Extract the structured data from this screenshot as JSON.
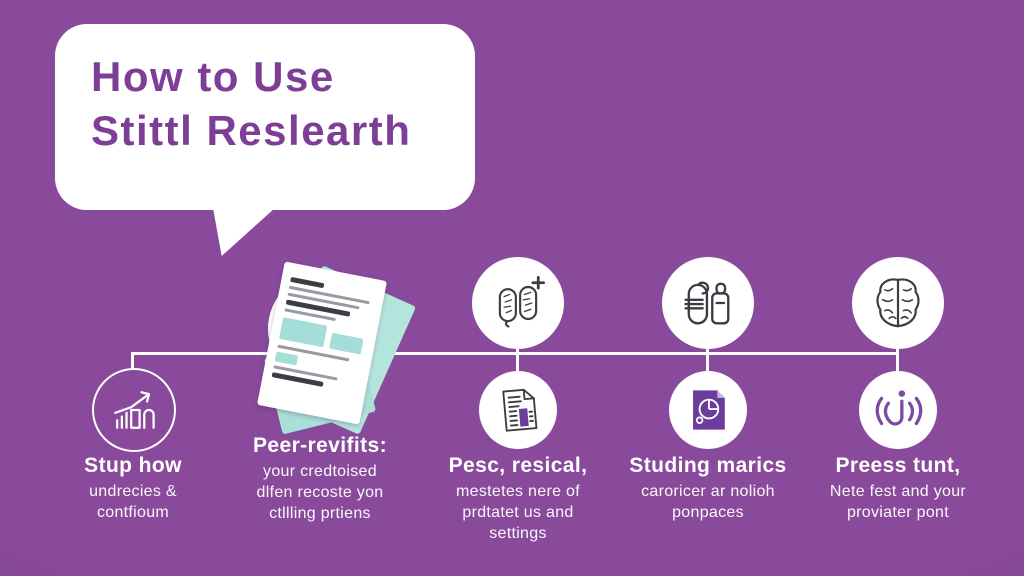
{
  "title": {
    "line1": "How to Use",
    "line2": "Stittl Reslearth"
  },
  "colors": {
    "background": "#8a4a9c",
    "title_purple": "#7d3f96",
    "line_white": "#ffffff",
    "teal_block": "#a5ded8",
    "mint_paper": "#b4e5dd",
    "icon_stroke_dark": "#3c3c44",
    "doc_purple": "#6b3c9c",
    "signal_purple": "#7b4ba3"
  },
  "steps": [
    {
      "heading": "Stup how",
      "lines": [
        "undrecies &",
        "contfioum"
      ],
      "icons": [
        "growth-chart-icon"
      ]
    },
    {
      "heading": "Peer-revifits:",
      "lines": [
        "your credtoised",
        "dlfen recoste yon",
        "ctllling prtiens"
      ],
      "icons": [
        "documents-stack-icon"
      ]
    },
    {
      "heading": "Pesc, resical,",
      "lines": [
        "mestetes nere of",
        "prdtatet us and",
        "settings"
      ],
      "icons": [
        "brain-plus-icon",
        "document-highlight-icon"
      ]
    },
    {
      "heading": "Studing marics",
      "lines": [
        "caroricer ar nolioh",
        "ponpaces"
      ],
      "icons": [
        "clipboard-lock-icon",
        "pie-chart-document-icon"
      ]
    },
    {
      "heading": "Preess tunt,",
      "lines": [
        "Nete fest and your",
        "proviater pont"
      ],
      "icons": [
        "brain-icon",
        "signal-j-icon"
      ]
    }
  ]
}
